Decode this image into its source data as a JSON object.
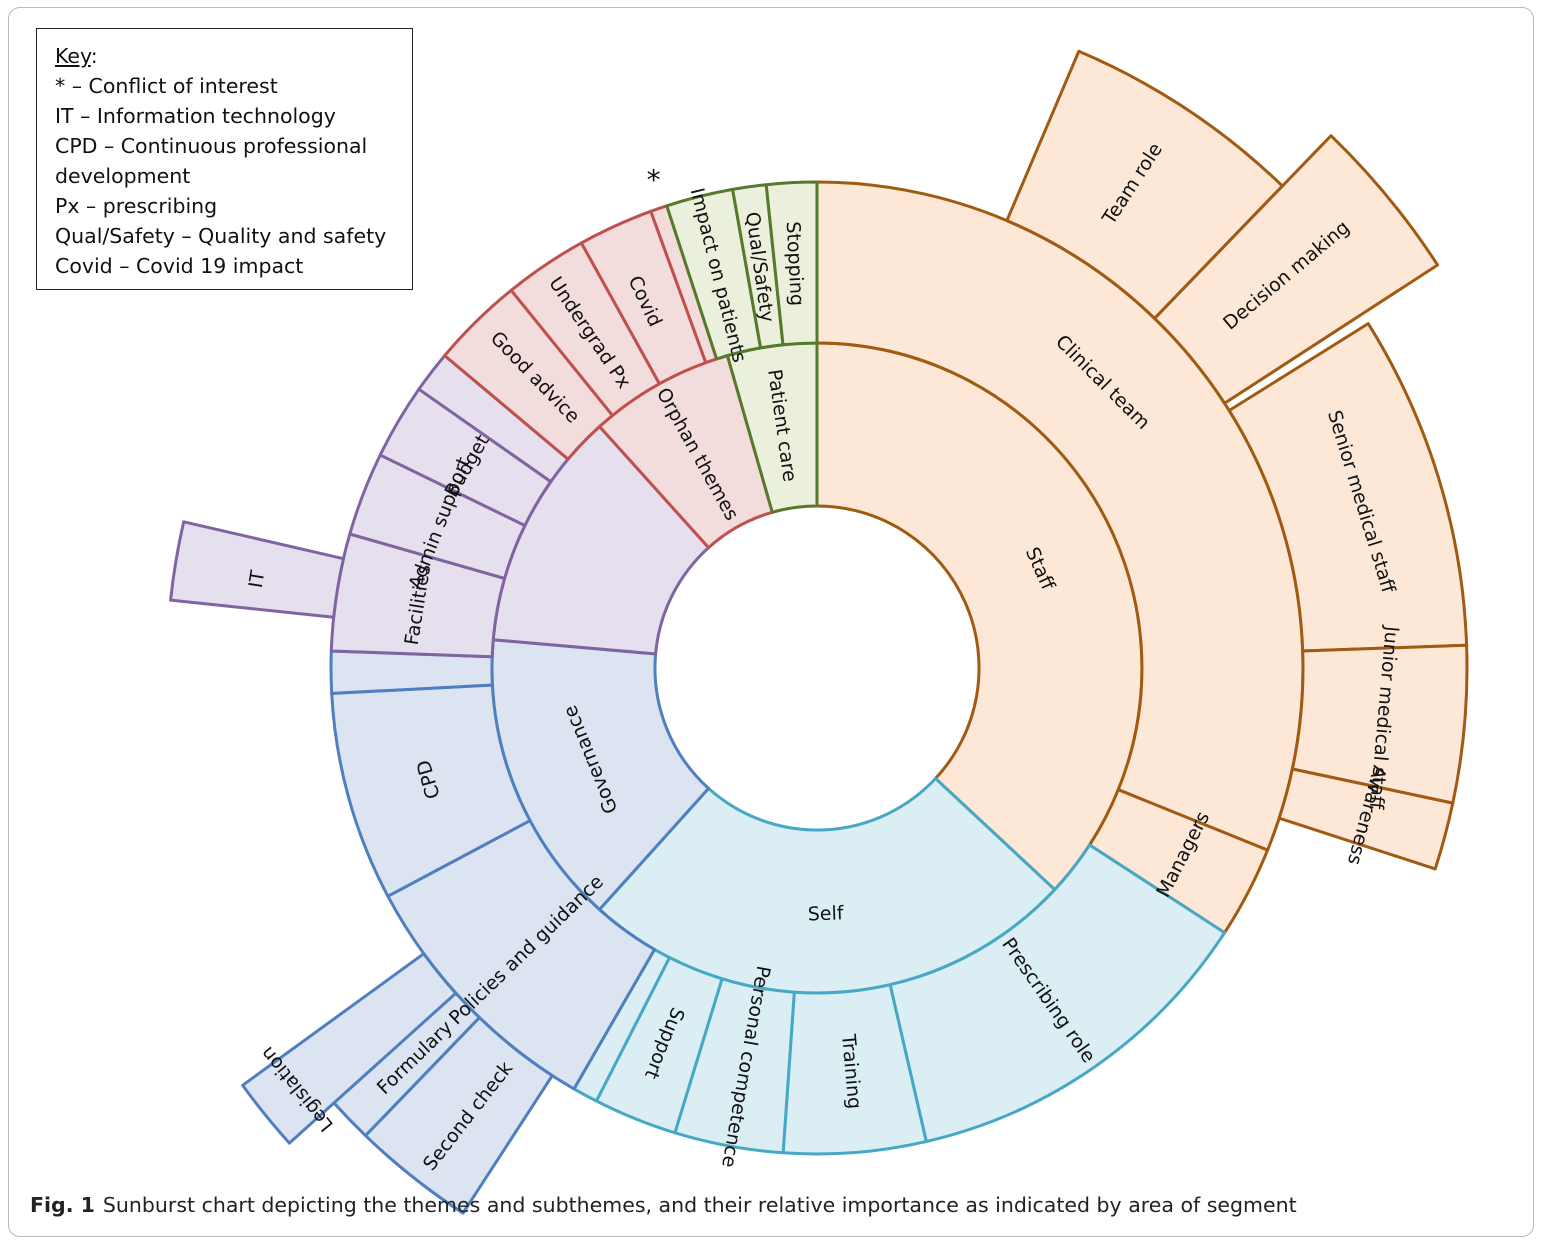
{
  "key": {
    "title": "Key",
    "title_suffix": ":",
    "lines": [
      "* – Conflict of interest",
      "IT – Information technology",
      "CPD – Continuous professional",
      "development",
      "Px – prescribing",
      "Qual/Safety – Quality and safety",
      "Covid – Covid 19 impact"
    ]
  },
  "caption": {
    "label": "Fig. 1",
    "text": "Sunburst chart depicting the themes and subthemes, and their relative importance as indicated by area of segment"
  },
  "conflict_marker": "*",
  "colors": {
    "staff": "#a05a12",
    "staff_fill": "#fde8d8",
    "self": "#46a8c4",
    "self_fill": "#daeef4",
    "governance": "#4f7fbe",
    "governance_fill": "#dce4f1",
    "facilities": "#8064a2",
    "facilities_fill": "#e6dfed",
    "orphan": "#c0504d",
    "orphan_fill": "#f2dcdc",
    "patient": "#567a2b",
    "patient_fill": "#ebf0dc"
  },
  "chart_data": {
    "type": "sunburst",
    "themes": [
      {
        "name": "Staff",
        "color": "staff",
        "subthemes": [
          {
            "name": "Clinical team",
            "children": [
              {
                "name": "Team role"
              },
              {
                "name": "Decision making"
              },
              {
                "name": "Senior medical staff"
              },
              {
                "name": "Junior medical staff"
              },
              {
                "name": "Awareness"
              }
            ]
          },
          {
            "name": "Managers"
          }
        ]
      },
      {
        "name": "Self",
        "color": "self",
        "subthemes": [
          {
            "name": "Prescribing role"
          },
          {
            "name": "Training"
          },
          {
            "name": "Personal competence"
          },
          {
            "name": "Support"
          }
        ]
      },
      {
        "name": "Governance",
        "color": "governance",
        "subthemes": [
          {
            "name": "Policies and guidance",
            "children": [
              {
                "name": "Second check"
              },
              {
                "name": "Formulary"
              },
              {
                "name": "Legislation"
              }
            ]
          },
          {
            "name": "CPD"
          }
        ]
      },
      {
        "name": "Facilities",
        "color": "facilities",
        "subthemes": [
          {
            "name": "Facilities",
            "children": [
              {
                "name": "IT"
              }
            ]
          },
          {
            "name": "Admin support"
          },
          {
            "name": "Budget"
          }
        ]
      },
      {
        "name": "Orphan themes",
        "color": "orphan",
        "subthemes": [
          {
            "name": "Good advice"
          },
          {
            "name": "Undergrad Px"
          },
          {
            "name": "Covid"
          }
        ]
      },
      {
        "name": "Patient care",
        "color": "patient",
        "subthemes": [
          {
            "name": "Impact on patients"
          },
          {
            "name": "Qual/Safety"
          },
          {
            "name": "Stopping"
          }
        ]
      }
    ]
  }
}
